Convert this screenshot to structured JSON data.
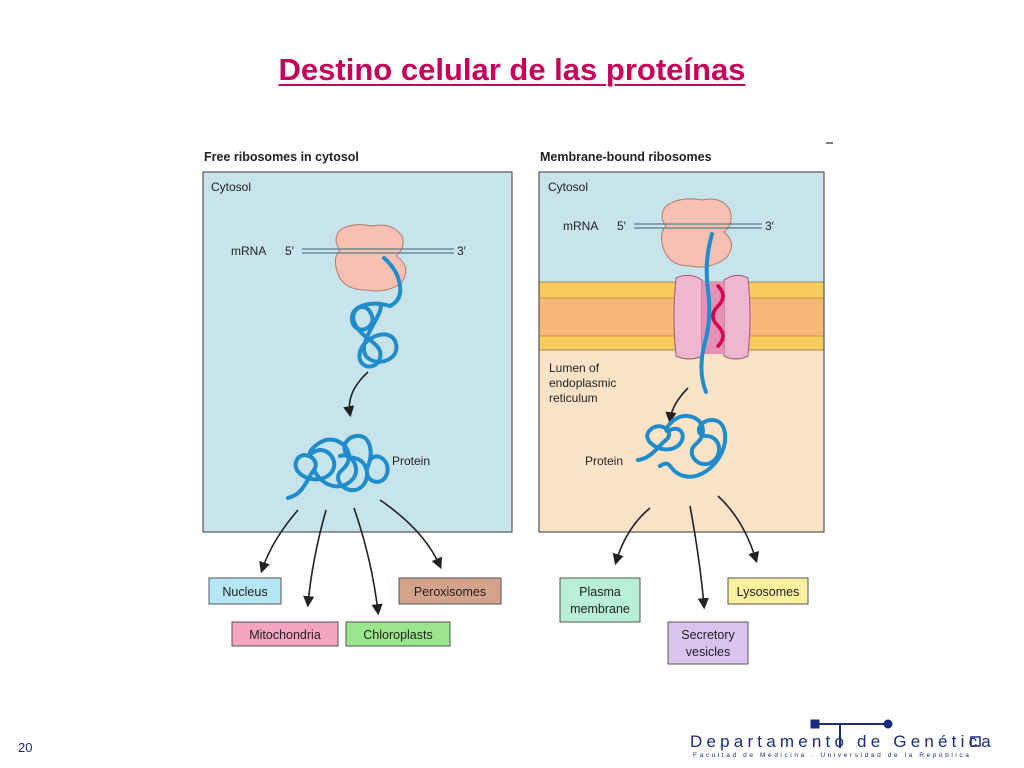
{
  "title": "Destino celular de las proteínas",
  "slide_number": "20",
  "department": {
    "name": "Departamento de Genética",
    "subtitle": "Facultad de Medicina · Universidad de la República"
  },
  "left_panel": {
    "heading": "Free ribosomes in cytosol",
    "region": "Cytosol",
    "mrna_label": "mRNA",
    "five_prime": "5′",
    "three_prime": "3′",
    "protein_label": "Protein",
    "destinations": [
      "Nucleus",
      "Mitochondria",
      "Chloroplasts",
      "Peroxisomes"
    ]
  },
  "right_panel": {
    "heading": "Membrane-bound ribosomes",
    "region": "Cytosol",
    "mrna_label": "mRNA",
    "five_prime": "5′",
    "three_prime": "3′",
    "lumen_line1": "Lumen of",
    "lumen_line2": "endoplasmic",
    "lumen_line3": "reticulum",
    "protein_label": "Protein",
    "dest_plasma_line1": "Plasma",
    "dest_plasma_line2": "membrane",
    "dest_secretory_line1": "Secretory",
    "dest_secretory_line2": "vesicles",
    "dest_lysosomes": "Lysosomes"
  },
  "colors": {
    "title": "#c8005a",
    "cytosol": "#c7e3ec",
    "lumen": "#fbe3c8",
    "membrane_outer": "#f7cc5c",
    "membrane_inner": "#f6b877",
    "ribosome": "#f6c0b3",
    "protein": "#1f8ccc",
    "signal": "#d4004c",
    "translocon": "#e590b7",
    "nucleus_box": "#b5e6f5",
    "mito_box": "#f5a4c0",
    "chloro_box": "#9be68d",
    "perox_box": "#d5a28c",
    "plasma_box": "#b7f0d6",
    "secretory_box": "#dbc3ef",
    "lysosome_box": "#fbf2a0",
    "dept_text": "#1a2a80"
  }
}
